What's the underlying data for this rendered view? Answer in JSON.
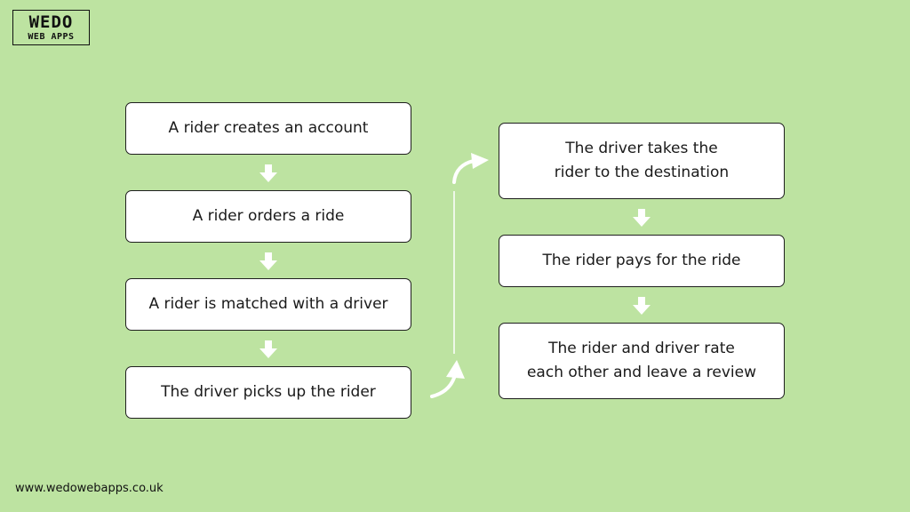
{
  "logo": {
    "line1": "WEDO",
    "line2": "WEB APPS"
  },
  "left_column": [
    {
      "label": "A rider creates an account"
    },
    {
      "label": "A rider orders a ride"
    },
    {
      "label": "A rider is matched with a driver"
    },
    {
      "label": "The driver picks up the rider"
    }
  ],
  "right_column": [
    {
      "label": "The driver takes the\nrider to the destination"
    },
    {
      "label": "The rider pays for the ride"
    },
    {
      "label": "The rider and driver rate\neach other and leave a review"
    }
  ],
  "footer": {
    "url": "www.wedowebapps.co.uk"
  },
  "colors": {
    "background": "#bde3a1",
    "box": "#ffffff",
    "border": "#1f1f1f",
    "arrow": "#ffffff"
  }
}
